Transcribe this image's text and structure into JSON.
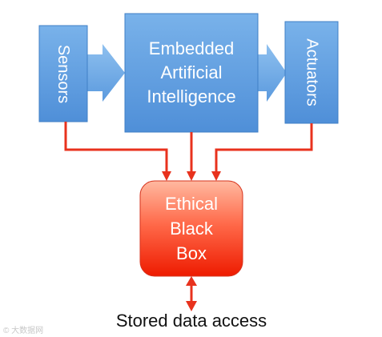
{
  "sensors": {
    "label": "Sensors"
  },
  "ai": {
    "lines": [
      "Embedded",
      "Artificial",
      "Intelligence"
    ]
  },
  "actuators": {
    "label": "Actuators"
  },
  "black_box": {
    "lines": [
      "Ethical",
      "Black",
      "Box"
    ]
  },
  "caption": "Stored data access",
  "watermark": "© 大数据网",
  "colors": {
    "blue_top": "#79b2ea",
    "blue_bottom": "#4f8fd8",
    "blue_border": "#3f7fc6",
    "red_top": "#ffb9a0",
    "red_bottom": "#ee1b00",
    "red_border": "#d7331d",
    "arrow_red": "#e8321d"
  }
}
